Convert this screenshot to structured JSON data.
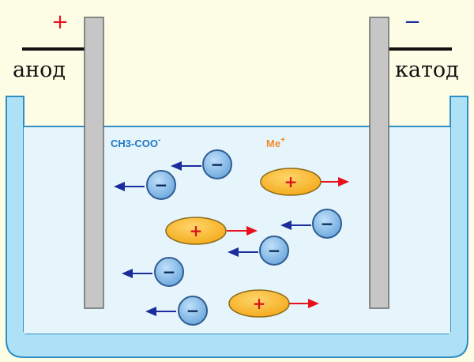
{
  "diagram": {
    "anode": {
      "label": "анод",
      "sign": "+"
    },
    "cathode": {
      "label": "катод",
      "sign": "−"
    },
    "anion": {
      "formula_main": "CH3-COO",
      "formula_sup": "-"
    },
    "cation": {
      "formula_main": "Me",
      "formula_sup": "+"
    },
    "anion_sign": "−",
    "cation_sign": "+",
    "colors": {
      "background": "#fdfde6",
      "vessel_wall": "#aee1f6",
      "vessel_outline": "#2f8fc4",
      "solution": "#e6f5fc",
      "electrode": "#c6c6c6",
      "anion_fill": "#7fb5e2",
      "anion_text": "#0a2a5a",
      "anion_arrow": "#1b2c9c",
      "cation_fill": "#f7b82c",
      "cation_text": "#d8141c",
      "cation_arrow": "#e8101c",
      "anion_label": "#1f78c2",
      "cation_label": "#f28c28"
    }
  }
}
